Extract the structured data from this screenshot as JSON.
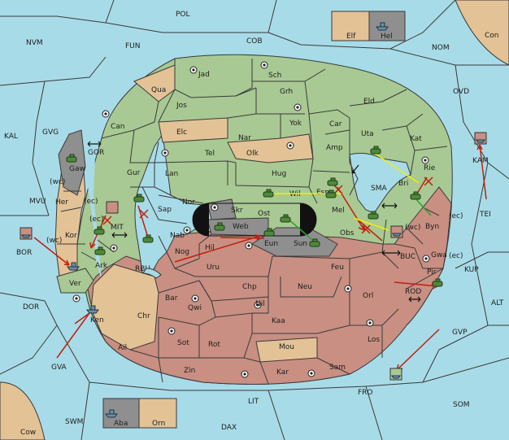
{
  "colors": {
    "sea": "#a8dbe8",
    "green_power": "#a8c993",
    "brown_power": "#c98f82",
    "neutral_land": "#e3c296",
    "impassable": "#8f8f8f",
    "order_move": "#c02010",
    "order_support": "#f0f000",
    "order_convoy": "#30a030"
  },
  "sea_labels": {
    "pol": "POL",
    "nvm": "NVM",
    "fun": "FUN",
    "cob": "COB",
    "nom": "NOM",
    "ovd": "OVD",
    "kal": "KAL",
    "gvg": "GVG",
    "gor": "GOR",
    "mvu": "MVU",
    "mit": "MIT",
    "bor": "BOR",
    "dor": "DOR",
    "rbu": "RBU",
    "sma": "SMA",
    "kam": "KAM",
    "tei": "TEI",
    "buc": "BUC",
    "kup": "KUP",
    "rod": "ROD",
    "alt": "ALT",
    "gvp": "GVP",
    "gva": "GVA",
    "fro": "FRO",
    "som": "SOM",
    "lit": "LIT",
    "swm": "SWM",
    "dax": "DAX"
  },
  "land_labels": {
    "con": "Con",
    "cow": "Cow",
    "elf": "Elf",
    "hel": "Hel",
    "aba": "Aba",
    "orn": "Orn",
    "jad": "Jad",
    "sch": "Sch",
    "qua": "Qua",
    "jos": "Jos",
    "grh": "Grh",
    "eld": "Eld",
    "can": "Can",
    "elc": "Elc",
    "nar": "Nar",
    "yok": "Yok",
    "car": "Car",
    "uta": "Uta",
    "kat": "Kat",
    "tel": "Tel",
    "olk": "Olk",
    "amp": "Amp",
    "gaw": "Gaw",
    "gur": "Gur",
    "lan": "Lan",
    "hug": "Hug",
    "rie": "Rie",
    "bri": "Bri",
    "nor": "Nor",
    "skr": "Skr",
    "wil": "Wil",
    "esm": "Esm",
    "her": "Her",
    "sap": "Sap",
    "web": "Web",
    "ost": "Ost",
    "mel": "Mel",
    "byn": "Byn",
    "kor": "Kor",
    "nab": "Nab",
    "obs": "Obs",
    "eun": "Eun",
    "sun": "Sun",
    "gwa": "Gwa",
    "nog": "Nog",
    "hil": "Hil",
    "ark": "Ark",
    "ver": "Ver",
    "pir": "Pir",
    "uru": "Uru",
    "feu": "Feu",
    "chp": "Chp",
    "neu": "Neu",
    "orl": "Orl",
    "bar": "Bar",
    "qwi": "Qwi",
    "nil": "Nil",
    "chr": "Chr",
    "ken": "Ken",
    "kaa": "Kaa",
    "los": "Los",
    "sot": "Sot",
    "rot": "Rot",
    "ail": "Ail",
    "mou": "Mou",
    "zin": "Zin",
    "kar": "Kar",
    "sam": "Sam"
  },
  "coast_labels": {
    "wc1": "(wc)",
    "ec1": "(ec)",
    "ec2": "(ec)",
    "wc2": "(wc)",
    "wc3": "(wc)",
    "ec3": "(ec)",
    "ec4": "(ec)"
  }
}
